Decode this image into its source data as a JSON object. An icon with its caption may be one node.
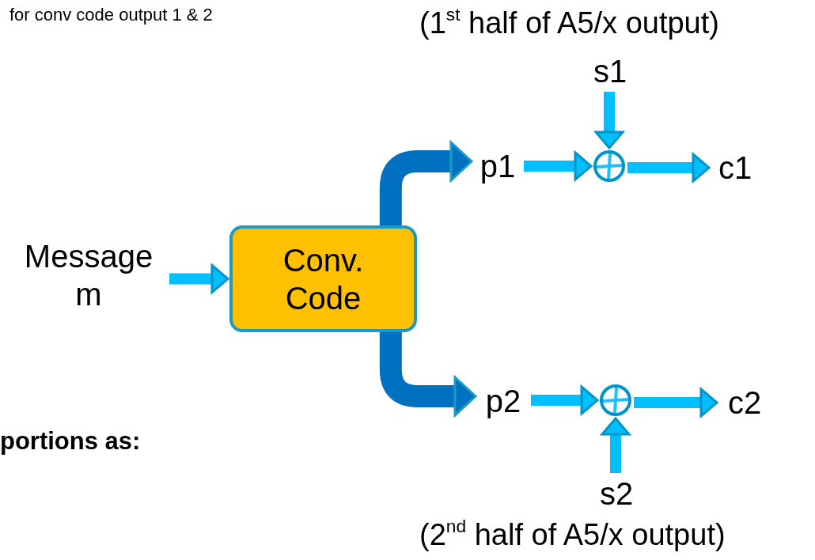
{
  "diagram": {
    "nodes": [
      {
        "text": [
          "Message m"
        ]
      },
      {
        "text": [
          "Conv. Code"
        ]
      },
      {
        "text": [
          "p1"
        ]
      },
      {
        "text": [],
        "shape": "circle"
      },
      {
        "text": [
          "c1"
        ]
      },
      {
        "text": [
          "s1"
        ]
      },
      {
        "text": [
          "p2"
        ]
      },
      {
        "text": [],
        "shape": "circle"
      },
      {
        "text": [
          "c2"
        ]
      },
      {
        "text": [
          "s2"
        ]
      }
    ],
    "edges": [
      {
        "from": 0,
        "to": 1,
        "arrow": "to"
      },
      {
        "from": 1,
        "to": 2,
        "arrow": "to",
        "style": "thick",
        "color": "#0070c0"
      },
      {
        "from": 1,
        "to": 6,
        "arrow": "to",
        "style": "thick",
        "color": "#0070c0"
      },
      {
        "from": 2,
        "to": 3,
        "arrow": "to"
      },
      {
        "from": 5,
        "to": 3,
        "arrow": "to"
      },
      {
        "from": 3,
        "to": 4,
        "arrow": "to"
      },
      {
        "from": 6,
        "to": 7,
        "arrow": "to"
      },
      {
        "from": 9,
        "to": 7,
        "arrow": "to"
      },
      {
        "from": 7,
        "to": 8,
        "arrow": "to"
      }
    ],
    "labels": [
      "for conv code output 1 & 2",
      "(1$^{st}$ half of A5/x output)",
      "portions as:",
      "(2$^{nd}$ half of A5/x output)"
    ]
  }
}
